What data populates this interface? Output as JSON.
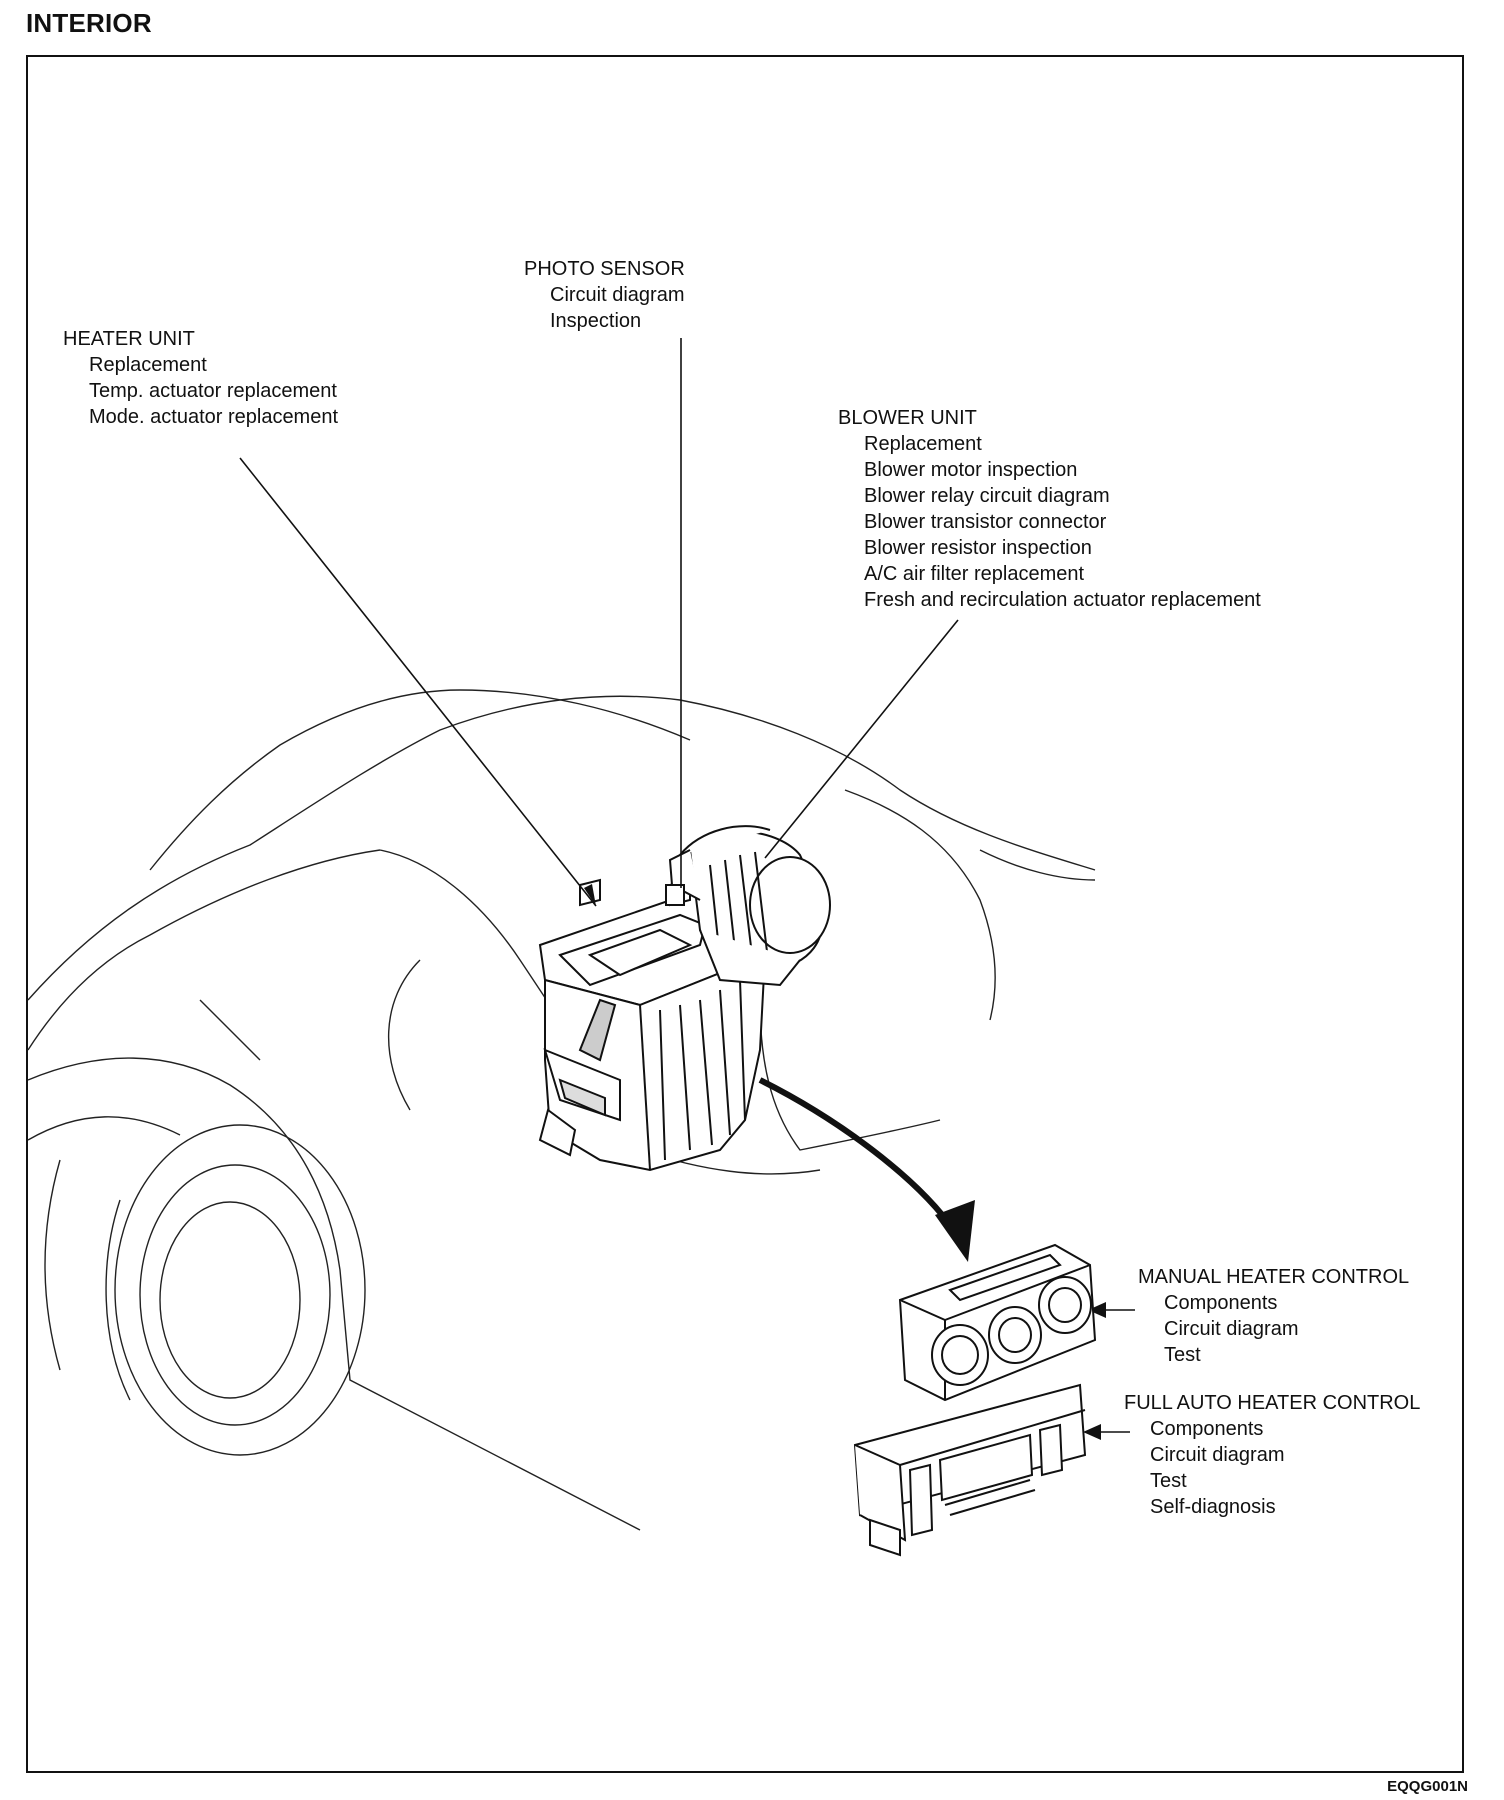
{
  "section_title": "INTERIOR",
  "figure_code": "EQQG001N",
  "callouts": {
    "photo_sensor": {
      "title": "PHOTO SENSOR",
      "items": [
        "Circuit diagram",
        "Inspection"
      ]
    },
    "heater_unit": {
      "title": "HEATER UNIT",
      "items": [
        "Replacement",
        "Temp. actuator replacement",
        "Mode. actuator replacement"
      ]
    },
    "blower_unit": {
      "title": "BLOWER UNIT",
      "items": [
        "Replacement",
        "Blower motor inspection",
        "Blower relay circuit diagram",
        "Blower transistor connector",
        "Blower resistor inspection",
        "A/C air filter replacement",
        "Fresh and recirculation actuator replacement"
      ]
    },
    "manual_heater_control": {
      "title": "MANUAL HEATER CONTROL",
      "items": [
        "Components",
        "Circuit diagram",
        "Test"
      ]
    },
    "full_auto_heater_control": {
      "title": "FULL AUTO HEATER CONTROL",
      "items": [
        "Components",
        "Circuit diagram",
        "Test",
        "Self-diagnosis"
      ]
    }
  }
}
